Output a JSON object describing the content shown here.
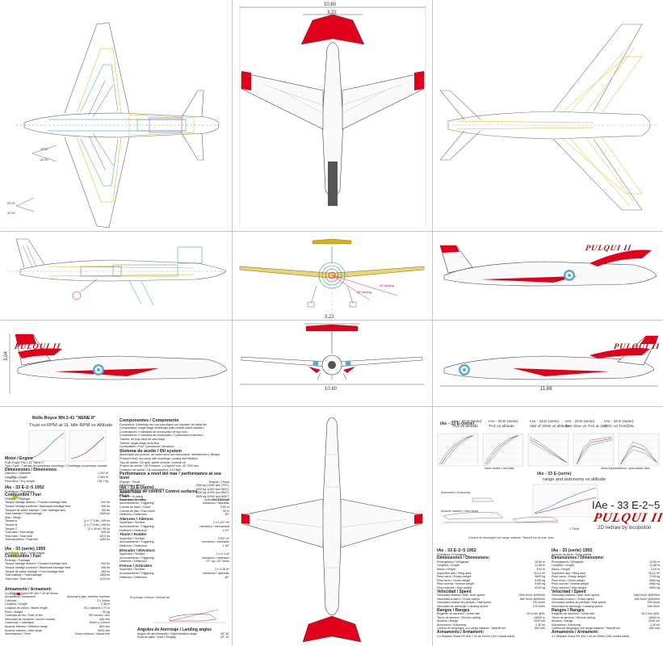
{
  "dimensions": {
    "span_top": "10,60",
    "inner_top": "3,22",
    "front_span": "3,22",
    "height": "3,04",
    "length_bottom": "10,60",
    "length_right": "11,68"
  },
  "logo": {
    "title": "IAe - 33 E-2~5",
    "brand": "PULQUI II",
    "byline": "2D redraw by locopiston"
  },
  "engine": {
    "heading": "Rolls Royce RN 2-41 \"NENE II\"",
    "chart_title": "Trust vs RPM at SL    Idle RPM vs Altitude",
    "motor_label": "Motor / Engine",
    "motor_value": "Rolls Royce RN 2-41 \"Nene II\"",
    "type_label": "Tipo / Type : Turbojet de compresor centrífugo / Centrifugal compressor turbojet",
    "dims_label": "Dimensiones / Dimensions:",
    "rows": [
      {
        "k": "Diámetro / Diameter",
        "v": "1,257 m"
      },
      {
        "k": "Longitud / Length",
        "v": "2,464 m"
      },
      {
        "k": "Peso seco / Dry weight",
        "v": "735,7 kg"
      }
    ]
  },
  "fuel_proto": {
    "heading": "IAe - 33 E-2~5 1952",
    "sub": "Prototipos / Prototypes",
    "fuel": "Combustible / Fuel",
    "sub2": "Fuselaje / Fuselage",
    "rows": [
      {
        "k": "Tanque fuselaje anterior / Forward fuselage tank",
        "v": "810 lts"
      },
      {
        "k": "Tanque fuselaje posterior / Backward fuselage tank",
        "v": "495 lts"
      },
      {
        "k": "Tanques de sobre fuselaje / Over fuselage tank",
        "v": "160 lts"
      },
      {
        "k": "Total fuselaje / Total fuselage",
        "v": "1465 lts"
      }
    ],
    "wings": "Alas / Wings",
    "wing_rows": [
      {
        "k": "Tanque A",
        "v": "(2 x 77,5 lts )  155 lts"
      },
      {
        "k": "Tanque B",
        "v": "(2 x 77,5 lts )  155 lts"
      },
      {
        "k": "Tanque C",
        "v": "(2 x 48 lts )  96 lts"
      },
      {
        "k": "Total alas / Total wings",
        "v": "406 lts"
      }
    ],
    "total_rows": [
      {
        "k": "Total total / Total total",
        "v": "1871 lts"
      },
      {
        "k": "Total lanzables / Total fuel",
        "v": "1350 lts"
      }
    ]
  },
  "fuel_series": {
    "heading": "IAe - 33 (serie)   1955",
    "sub": "Aviones de serie / Serie planes",
    "fuel": "Combustible / Fuel",
    "sub2": "Fuselaje / Fuselage",
    "rows": [
      {
        "k": "Tanque fuselaje anterior / Forward fuselage tank",
        "v": "810 lts"
      },
      {
        "k": "Tanque fuselaje posterior / Backward fuselage tank",
        "v": "495 lts"
      },
      {
        "k": "Tanque de sobre fuselaje / Over fuselage tank",
        "v": "160 lts"
      },
      {
        "k": "Total fuselaje / Total fuselage",
        "v": "1465 lts"
      }
    ],
    "total_rows": [
      {
        "k": "Total total / Total total",
        "v": "1210 lts"
      }
    ]
  },
  "armament": {
    "heading": "Armamento / Armament:",
    "rows": [
      {
        "k": "4 x Hispano Suiza HS 404 T-20 de 20mm",
        "v": ""
      },
      {
        "k": "Armamento / Armament",
        "v": "Opcional a gas, cohetes, bombas"
      }
    ],
    "extra_rows": [
      {
        "k": "Cañones",
        "v": "2 x 20mm"
      },
      {
        "k": "Longitud / Length",
        "v": "2,38 m"
      },
      {
        "k": "Longitud de cañón / Barrel length",
        "v": "93,2 calibres  1,73 m"
      },
      {
        "k": "Peso / Weight",
        "v": "50 kg"
      },
      {
        "k": "Cadencia de tiro / Rate of fire",
        "v": "700 rounds / min"
      },
      {
        "k": "Velocidad de munición / Ammo velocity",
        "v": "840 m/s"
      },
      {
        "k": "Cartuchos / Cartridges",
        "v": "20mm x 110mm"
      },
      {
        "k": "Alcance efectivo / Effective range",
        "v": "800 mts"
      },
      {
        "k": "Alcance máximo / Max range",
        "v": "5000 mts"
      },
      {
        "k": "Alimentación / Feed",
        "v": "Cinta continua / Linked belt"
      }
    ]
  },
  "components": {
    "heading": "Componentes / Components",
    "lines": [
      "Compresor: Centrífugo de una sola etapa con impulsor de doble faz",
      "Compression: single stage centrifugal (with double sided impeller)",
      "Combustores: 9 cámaras de combustión de tipo tubo",
      "Combustores: 9 cámaras de combustión / Combustion chambers",
      "Turbina: de flujo axial de una etapa",
      "Turbine: single stage axial flow",
      "Combustible / Fuel: Querosene / kerosene"
    ],
    "oil_heading": "Sistema de aceite / Oil system",
    "oil_lines": [
      "Alimentado por presión, de cárter seco con depuración, enfriamiento y filtrajes",
      "Pressure feed, dry sump with scavenge, cooling and filtration",
      "Tipo de aceite / Oil type: aceite mineral / mineral oil",
      "Presión de aceite / Oil Pressure: 1,4 kg/cm² min. @ 7500 rpm",
      "Consumo de aceite / Oil consumption: 0,14 kg/h"
    ],
    "perf_heading": "Performance a nivel del mar / performance at sea level",
    "perf_rows": [
      {
        "k": "Empuje / Thrust",
        "v": "Empuje / Thrust"
      },
      {
        "k": "Despegue / Takeoff",
        "v": "2268 kg  12300 rpm  704°C"
      },
      {
        "k": "Máximo continuo / Max continuous",
        "v": "1939 kg  11900 rpm  660°C"
      },
      {
        "k": "Ascenso / Climb",
        "v": "1939 kg  11900 rpm  660°C"
      },
      {
        "k": "Crucero / Cruising",
        "v": "1695 kg  11500 rpm  605°C"
      },
      {
        "k": "Punto muerto / Idling",
        "v": "unlimited  2500 rpm"
      }
    ]
  },
  "surfaces": {
    "heading": "IAe - 33 E-(serie)",
    "sub": "Superficies de control / Control surfaces",
    "sections": [
      {
        "name": "Flaps",
        "rows": [
          {
            "k": "Superficie / Surface",
            "v": "2 x 1,138 m²"
          },
          {
            "k": "Accionamiento / Triggering",
            "v": "hidráulico / hydraulic"
          },
          {
            "k": "Cuerda de flaps / Chord",
            "v": "0,50 m"
          },
          {
            "k": "Cuerda de flap / Flap chord",
            "v": "25 %"
          },
          {
            "k": "Deflexión / Deflection",
            "v": "65°"
          }
        ]
      },
      {
        "name": "Alerones / Ailerons",
        "rows": [
          {
            "k": "Superficie / Surface",
            "v": "2 x 1,027 m²"
          },
          {
            "k": "Accionamiento / Triggering",
            "v": "mecánico / mechanical"
          },
          {
            "k": "Deflexión / Deflection",
            "v": "± 20°"
          }
        ]
      },
      {
        "name": "Timón / Rudder",
        "rows": [
          {
            "k": "Superficie / Surface",
            "v": "0,937 m²"
          },
          {
            "k": "Accionamiento / Triggering",
            "v": "mecánico / mechanic"
          },
          {
            "k": "Deflexión / Deflection",
            "v": "± 30°"
          }
        ]
      },
      {
        "name": "Elevador / Elevators",
        "rows": [
          {
            "k": "Superficie / Surface",
            "v": "2 x 0,4 m²"
          },
          {
            "k": "Accionamiento / Triggering",
            "v": "mecánico / mechanic"
          },
          {
            "k": "Deflexión / Deflection",
            "v": "-27° up / 20° down"
          }
        ]
      },
      {
        "name": "Frenos / Airbrakes",
        "rows": [
          {
            "k": "Superficie / Surface",
            "v": "2 x 0,28 m²"
          },
          {
            "k": "Accionamiento / Triggering",
            "v": "hidráulico / hydraulic"
          },
          {
            "k": "Deflexión / Deflection",
            "v": "60°"
          }
        ]
      }
    ]
  },
  "landing": {
    "heading": "Angulos de Aterrizaje / Landing angles",
    "rows": [
      {
        "k": "Angulo de aproximación / Approximation angle",
        "v": "18° 30'"
      },
      {
        "k": "Ruta de pista / Vista / Runway",
        "v": "10° 10'"
      }
    ],
    "side_label": "Empenaje vertical / Vertical tail"
  },
  "perf_charts": {
    "heading_left": "IAe - 33 E-(serie)",
    "titles": [
      {
        "h": "IAe - 33 E-(serie)",
        "t": "TAS vs altitude"
      },
      {
        "h": "IAe - 33 E-(serie)",
        "t": "TAS vs altitude"
      },
      {
        "h": "IAe - 33 E-(serie)",
        "t": "rate of climb vs altitude"
      },
      {
        "h": "IAe - 33 E-(serie)",
        "t": "Turn time vs TAS at 1km"
      },
      {
        "h": "IAe - 33 E-(serie)",
        "t": "ROC vs TAS@SL"
      }
    ],
    "range_title": "IAe - 33 E-(serie)",
    "range_sub": "range and autonomy vs altitude",
    "labels": [
      "Autonomía / Autonomy",
      "Alcance máximo / Max range",
      "datos reales / real data",
      "datos especulativos / speculative data",
      "Carrera de despegue con carga máxima / Takeoff run at max. load",
      "1 °Nota"
    ]
  },
  "spec_proto": {
    "heading": "IAe - 33 E-2~5 1952",
    "sub": "Prototipos / Prototypes",
    "dims_label": "Dimensiones / Dimensions:",
    "dims": [
      {
        "k": "Envergadura / Wingspan",
        "v": "10,60 m"
      },
      {
        "k": "Longitud / Length",
        "v": "11,68 m"
      },
      {
        "k": "Altura / Height",
        "v": "3,04 m"
      },
      {
        "k": "Superficie alar / Wing area",
        "v": "25,10 m²"
      },
      {
        "k": "Peso vacío / Empty weight",
        "v": "3609 kg"
      },
      {
        "k": "Peso bruto / Gross weight",
        "v": "5190 kg"
      },
      {
        "k": "Peso normal / Normal weight",
        "v": "5190 kg"
      },
      {
        "k": "Peso máximo / Max weight",
        "v": "6210 kg"
      }
    ],
    "speed_label": "Velocidad / Speed",
    "speed": [
      {
        "k": "Velocidad máxima / Max. level speed",
        "v": "1040 Km/h @5000m"
      },
      {
        "k": "Velocidad crucero / Cruise speed",
        "v": "860 Km/h @5000m"
      },
      {
        "k": "Velocidad mínima de pérdida / Stall speed",
        "v": "190 Km/h"
      },
      {
        "k": "Velocidad de aterrizaje / Landing speed",
        "v": "175 Km/h"
      }
    ],
    "range_label": "Rangos / Ranges",
    "range": [
      {
        "k": "Régimen de ascenso / Climb rate",
        "v": "33,4 m/s @SL"
      },
      {
        "k": "Techo de servicio / Service ceiling",
        "v": "15000 m"
      },
      {
        "k": "Alcance / Range",
        "v": "2030 km"
      },
      {
        "k": "Autonomía / Autonomy",
        "v": "2,30 hs"
      },
      {
        "k": "Carrera de despegue con carga máxima / Takeoff run",
        "v": "600 mts"
      }
    ],
    "arm_label": "Armamento / Armament:",
    "arm": "4 x Hispano Suiza HS 404 T-20 de 20mm (100 rounds each)"
  },
  "spec_series": {
    "heading": "IAe - 33 (serie) 1955",
    "sub": "Aviones de serie / Serie planes",
    "dims_label": "Dimensiones / Dimensions:",
    "dims": [
      {
        "k": "Envergadura / Wingspan",
        "v": "10,60 m"
      },
      {
        "k": "Longitud / Length",
        "v": "11,68 m"
      },
      {
        "k": "Altura / Height",
        "v": "3,04 m"
      },
      {
        "k": "Superficie alar / Wing area",
        "v": "25,10 m²"
      },
      {
        "k": "Peso vacío / Empty weight",
        "v": "3735 kg"
      },
      {
        "k": "Peso bruto / Gross weight",
        "v": "5550 kg"
      },
      {
        "k": "Peso normal / Normal weight",
        "v": "5550 kg"
      },
      {
        "k": "Peso máximo / Max weight",
        "v": "6950 kg"
      }
    ],
    "speed_label": "Velocidad / Speed",
    "speed": [
      {
        "k": "Velocidad máxima / Max. level speed",
        "v": "1080 Km/h @5000m"
      },
      {
        "k": "Velocidad crucero / Cruise speed",
        "v": "830 Km/h @5000m"
      },
      {
        "k": "Velocidad mínima de pérdida / Stall speed",
        "v": "195 Km/h"
      },
      {
        "k": "Velocidad de aterrizaje / Landing speed",
        "v": "180 Km/h"
      }
    ],
    "range_label": "Rangos / Ranges",
    "range": [
      {
        "k": "Régimen de ascenso / Climb rate",
        "v": "33,3 m/s @SL"
      },
      {
        "k": "Techo de servicio / Service ceiling",
        "v": "15000 m"
      },
      {
        "k": "Alcance / Range",
        "v": "2030 km"
      },
      {
        "k": "Autonomía / Autonomy",
        "v": "2,30 hs"
      },
      {
        "k": "Carrera de despegue con carga máxima / Takeoff run",
        "v": "650 mts"
      }
    ],
    "arm_label": "Armamento / Armament:",
    "arm": "4 x Hispano Suiza HS 404 T-20 de 20mm (100 rounds each)"
  },
  "callouts": {
    "a1": "33°15'",
    "a2": "24°30'",
    "a3": "33°15'",
    "a4": "10°10'",
    "front_a": "33° landing",
    "front_b": "20° landing"
  },
  "colors": {
    "red": "#e1001a",
    "line": "#444444",
    "blue": "#5aa9d6",
    "yellow": "#d8b400"
  }
}
